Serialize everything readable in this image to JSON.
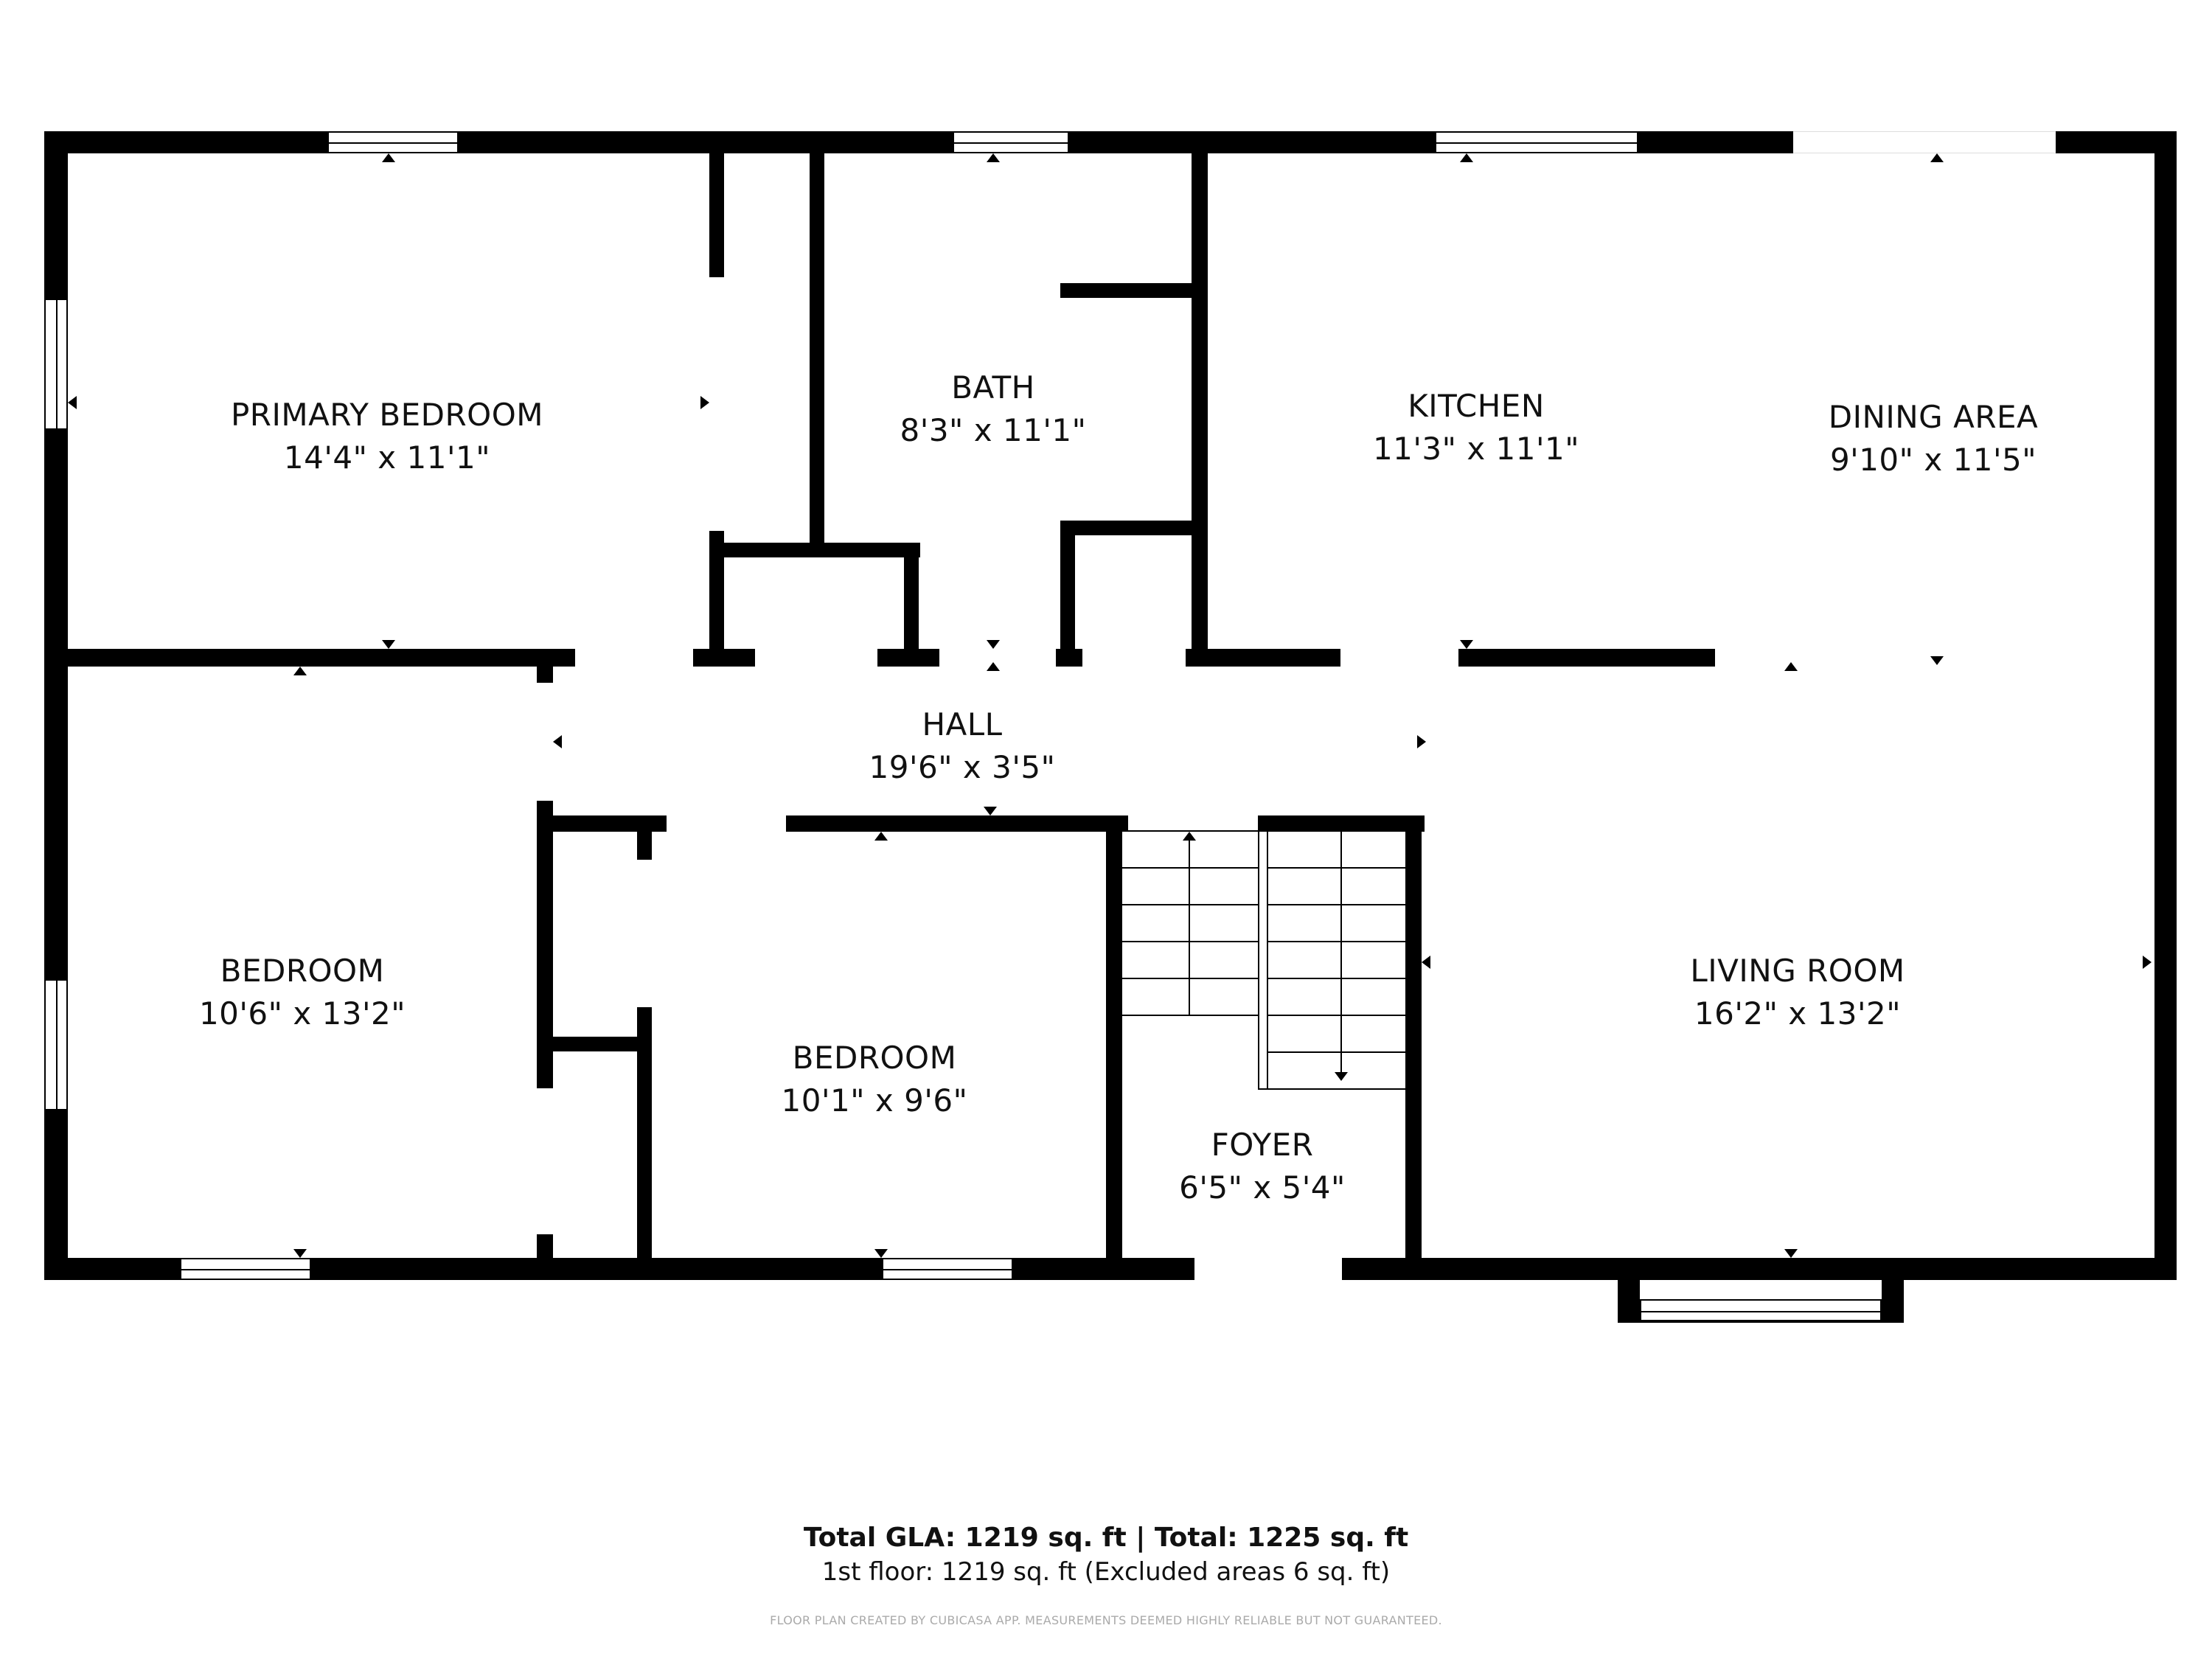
{
  "plan": {
    "rooms": [
      {
        "name": "PRIMARY BEDROOM",
        "dimensions": "14'4\" x 11'1\""
      },
      {
        "name": "BATH",
        "dimensions": "8'3\" x 11'1\""
      },
      {
        "name": "KITCHEN",
        "dimensions": "11'3\" x 11'1\""
      },
      {
        "name": "DINING AREA",
        "dimensions": "9'10\" x 11'5\""
      },
      {
        "name": "HALL",
        "dimensions": "19'6\" x 3'5\""
      },
      {
        "name": "BEDROOM",
        "dimensions": "10'6\" x 13'2\""
      },
      {
        "name": "BEDROOM",
        "dimensions": "10'1\" x 9'6\""
      },
      {
        "name": "FOYER",
        "dimensions": "6'5\" x 5'4\""
      },
      {
        "name": "LIVING ROOM",
        "dimensions": "16'2\" x 13'2\""
      }
    ],
    "colors": {
      "wall": "#000000",
      "background": "#ffffff",
      "disclaimer": "#aaaaaa"
    }
  },
  "footer": {
    "totals": "Total GLA: 1219 sq. ft | Total: 1225 sq. ft",
    "floor": "1st floor: 1219 sq. ft (Excluded areas 6 sq. ft)",
    "disclaimer": "FLOOR PLAN CREATED BY CUBICASA APP. MEASUREMENTS DEEMED HIGHLY RELIABLE BUT NOT GUARANTEED."
  }
}
